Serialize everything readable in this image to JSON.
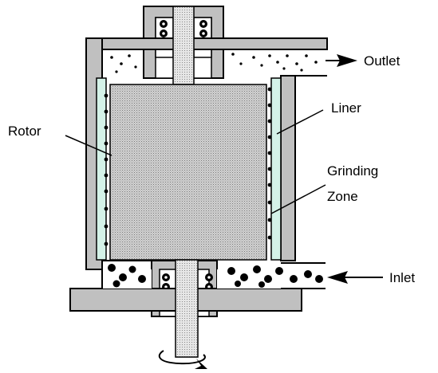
{
  "labels": {
    "outlet": "Outlet",
    "liner": "Liner",
    "rotor": "Rotor",
    "grinding_line1": "Grinding",
    "grinding_line2": "Zone",
    "inlet": "Inlet"
  },
  "colors": {
    "housing_fill": "#c0c0c0",
    "liner_fill": "#d4f2e8",
    "rotor_fill": "#bdbdbd",
    "outline": "#000000",
    "background": "#ffffff"
  },
  "icons": {
    "flow_arrow": "arrowhead",
    "rotation": "curved-rotation-arrow"
  }
}
